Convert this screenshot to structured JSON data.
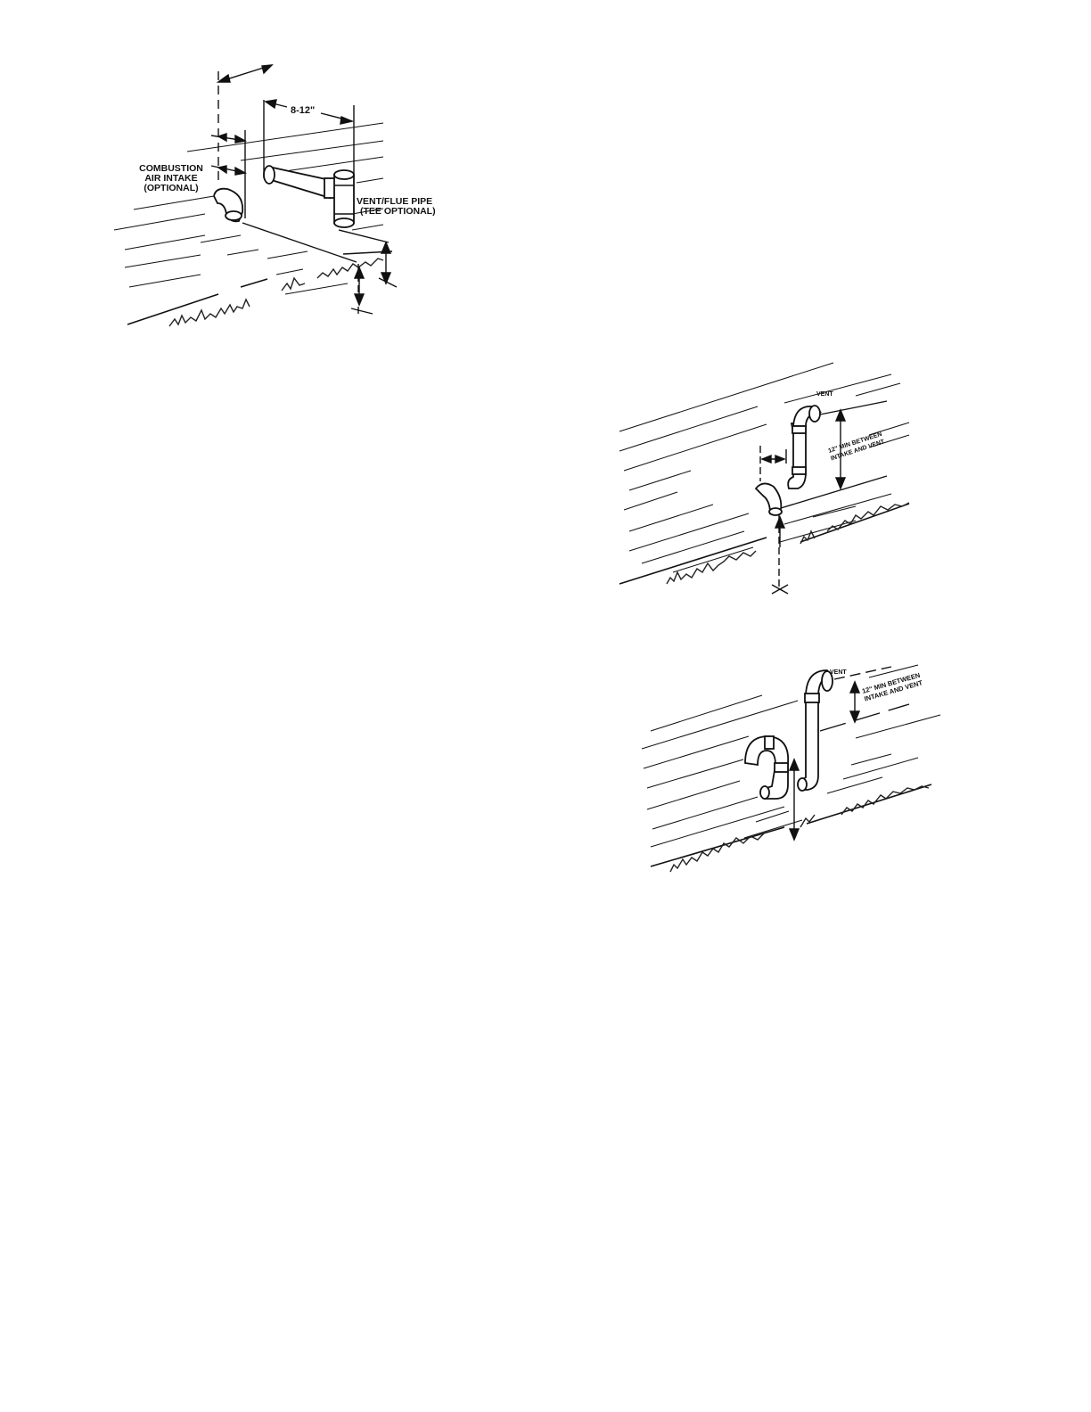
{
  "figures": [
    {
      "id": "fig-horizontal",
      "labels": {
        "spacing": "8-12\"",
        "intake": [
          "COMBUSTION",
          "AIR INTAKE",
          "(OPTIONAL)"
        ],
        "vent": [
          "VENT/FLUE PIPE",
          "(TEE OPTIONAL)"
        ]
      }
    },
    {
      "id": "fig-vertical-offset",
      "labels": {
        "vent": "VENT",
        "min_clearance": [
          "12\" MIN BETWEEN",
          "INTAKE AND VENT"
        ]
      }
    },
    {
      "id": "fig-periscope",
      "labels": {
        "vent": "VENT",
        "min_clearance": [
          "12\" MIN BETWEEN",
          "INTAKE AND VENT"
        ]
      }
    }
  ],
  "colors": {
    "ink": "#111111",
    "paper": "#ffffff"
  }
}
